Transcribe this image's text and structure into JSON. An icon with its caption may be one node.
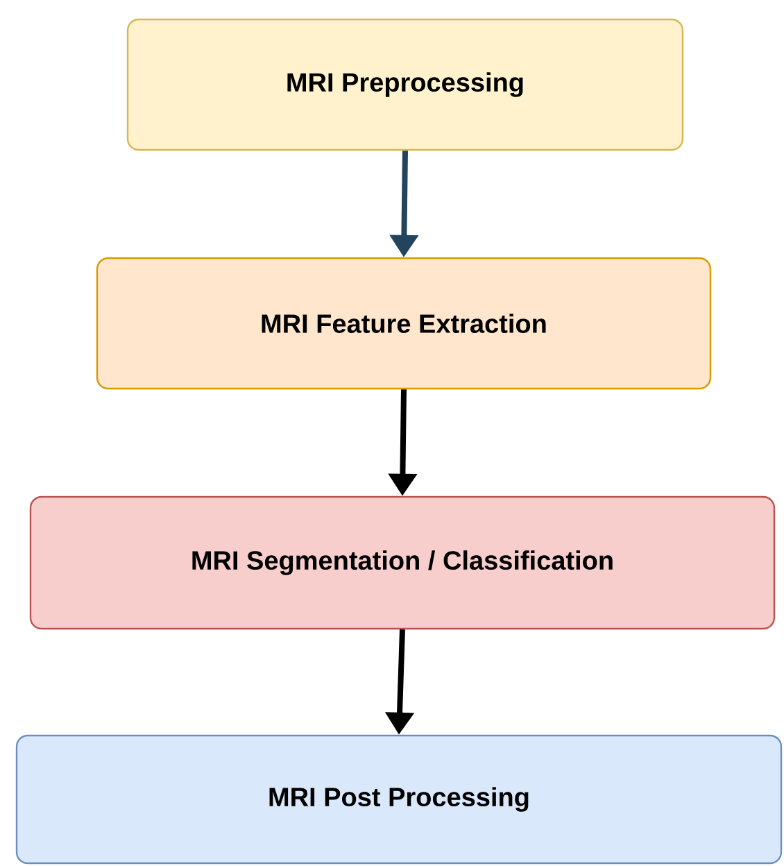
{
  "diagram": {
    "nodes": [
      {
        "text": [
          "MRI Preprocessing"
        ]
      },
      {
        "text": [
          "MRI Feature Extraction"
        ]
      },
      {
        "text": [
          "MRI Segmentation / Classification"
        ]
      },
      {
        "text": [
          "MRI Post Processing"
        ]
      }
    ],
    "edges": [
      {
        "from": 0,
        "to": 1,
        "arrow": "to",
        "color": "#23445d"
      },
      {
        "from": 1,
        "to": 2,
        "arrow": "to"
      },
      {
        "from": 2,
        "to": 3,
        "arrow": "to"
      }
    ]
  }
}
